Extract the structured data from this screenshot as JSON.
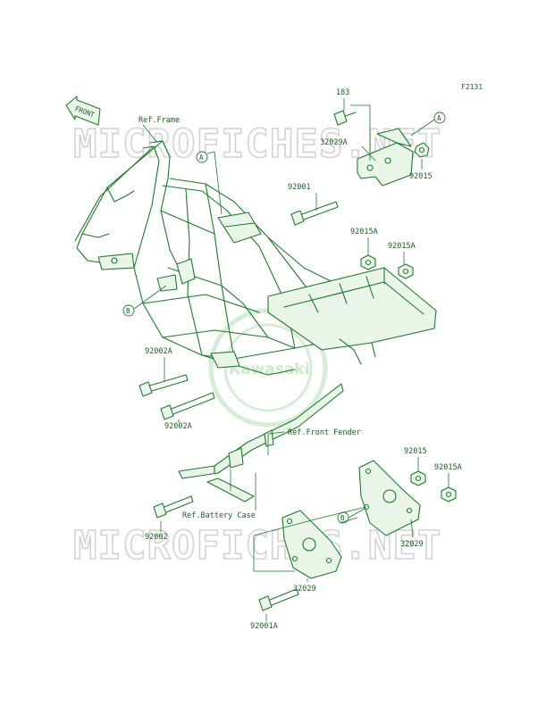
{
  "figure_code": "F2131",
  "direction_arrow": "FRONT",
  "watermark": "MICROFICHES.NET",
  "brand_logo": "Kawasaki",
  "callouts": {
    "a": "A",
    "b": "B"
  },
  "labels": {
    "ref_frame": "Ref.Frame",
    "p183": "183",
    "p32029a": "32029A",
    "p92015_top": "92015",
    "p92001": "92001",
    "p92015a_1": "92015A",
    "p92015a_2": "92015A",
    "p92002a_1": "92002A",
    "p92002a_2": "92002A",
    "ref_front_fender": "Ref.Front Fender",
    "p92015_low": "92015",
    "p92015a_low": "92015A",
    "p92002": "92002",
    "ref_battery_case": "Ref.Battery Case",
    "p32029_right": "32029",
    "p32029_left": "32029",
    "p92001a": "92001A"
  }
}
